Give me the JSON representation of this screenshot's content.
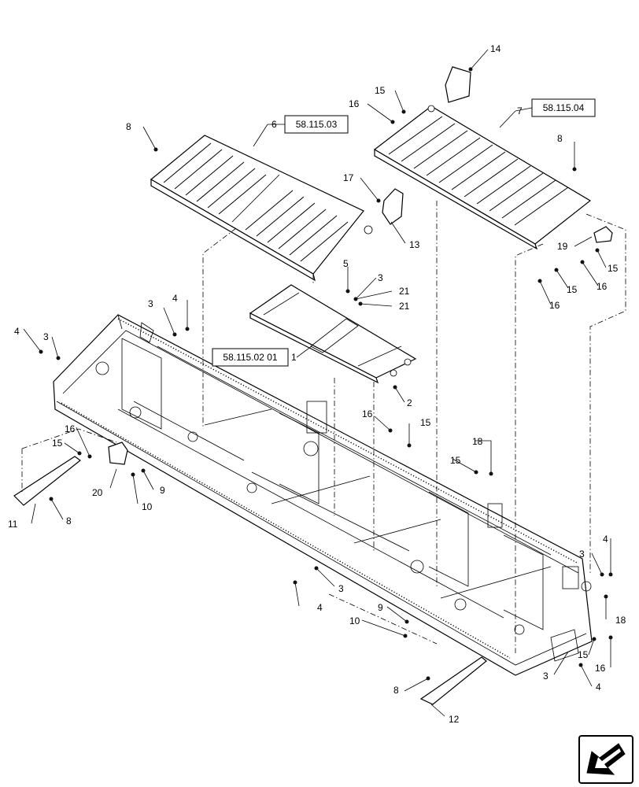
{
  "reference_boxes": [
    {
      "id": "ref-6",
      "text": "58.115.03"
    },
    {
      "id": "ref-7",
      "text": "58.115.04"
    },
    {
      "id": "ref-1",
      "text": "58.115.02 01"
    }
  ],
  "callouts": {
    "c14": "14",
    "c15a": "15",
    "c16a": "16",
    "c7": "7",
    "c8a": "8",
    "c6": "6",
    "c8b": "8",
    "c17": "17",
    "c13": "13",
    "c19": "19",
    "c15b": "15",
    "c16b": "16",
    "c15c": "15",
    "c16c": "16",
    "c5": "5",
    "c3a": "3",
    "c21a": "21",
    "c21b": "21",
    "c1": "1",
    "c2": "2",
    "c3b": "3",
    "c4a": "4",
    "c4b": "4",
    "c3c": "3",
    "c16d": "16",
    "c15d": "15",
    "c18a": "18",
    "c15e": "15",
    "c16e": "16",
    "c15f": "15",
    "c20": "20",
    "c9a": "9",
    "c10a": "10",
    "c11": "11",
    "c8c": "8",
    "c4c": "4",
    "c3d": "3",
    "c3e": "3",
    "c4d": "4",
    "c9b": "9",
    "c10b": "10",
    "c18b": "18",
    "c15g": "15",
    "c16f": "16",
    "c3f": "3",
    "c4e": "4",
    "c8d": "8",
    "c12": "12"
  },
  "icons": {
    "navigation": "previous-page-arrow-icon"
  }
}
